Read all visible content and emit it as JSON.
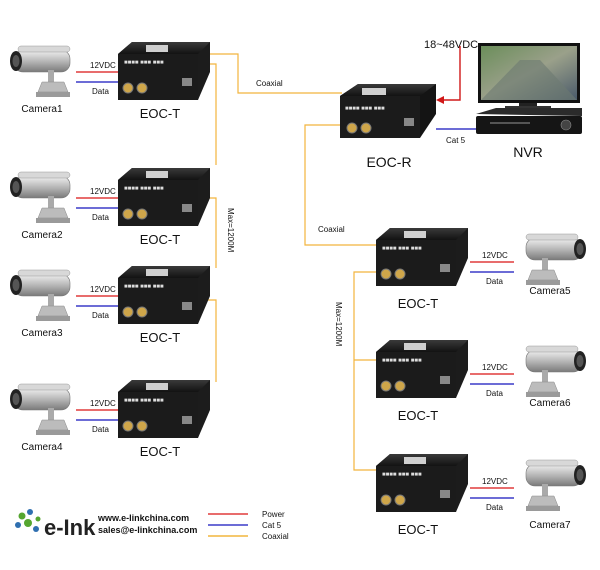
{
  "colors": {
    "power": "#e03c3c",
    "cat5": "#3c3cc8",
    "coaxial": "#f2b53d",
    "device": "#1c1c1c",
    "arrow": "#d01818",
    "logo_green": "#55a630",
    "logo_blue": "#2f6fb0"
  },
  "line_labels": {
    "power": "12VDC",
    "data": "Data",
    "coaxial": "Coaxial",
    "max_distance": "Max=1200M",
    "cat5": "Cat 5",
    "power_input": "18~48VDC"
  },
  "cameras_left": [
    {
      "name": "Camera1"
    },
    {
      "name": "Camera2"
    },
    {
      "name": "Camera3"
    },
    {
      "name": "Camera4"
    }
  ],
  "cameras_right": [
    {
      "name": "Camera5"
    },
    {
      "name": "Camera6"
    },
    {
      "name": "Camera7"
    }
  ],
  "transmitter_label": "EOC-T",
  "receiver_label": "EOC-R",
  "nvr_label": "NVR",
  "legend": [
    {
      "label": "Power",
      "color": "#e03c3c"
    },
    {
      "label": "Cat 5",
      "color": "#3c3cc8"
    },
    {
      "label": "Coaxial",
      "color": "#f2b53d"
    }
  ],
  "brand": {
    "logo_text": "e-Ink",
    "website": "www.e-linkchina.com",
    "email": "sales@e-linkchina.com"
  }
}
